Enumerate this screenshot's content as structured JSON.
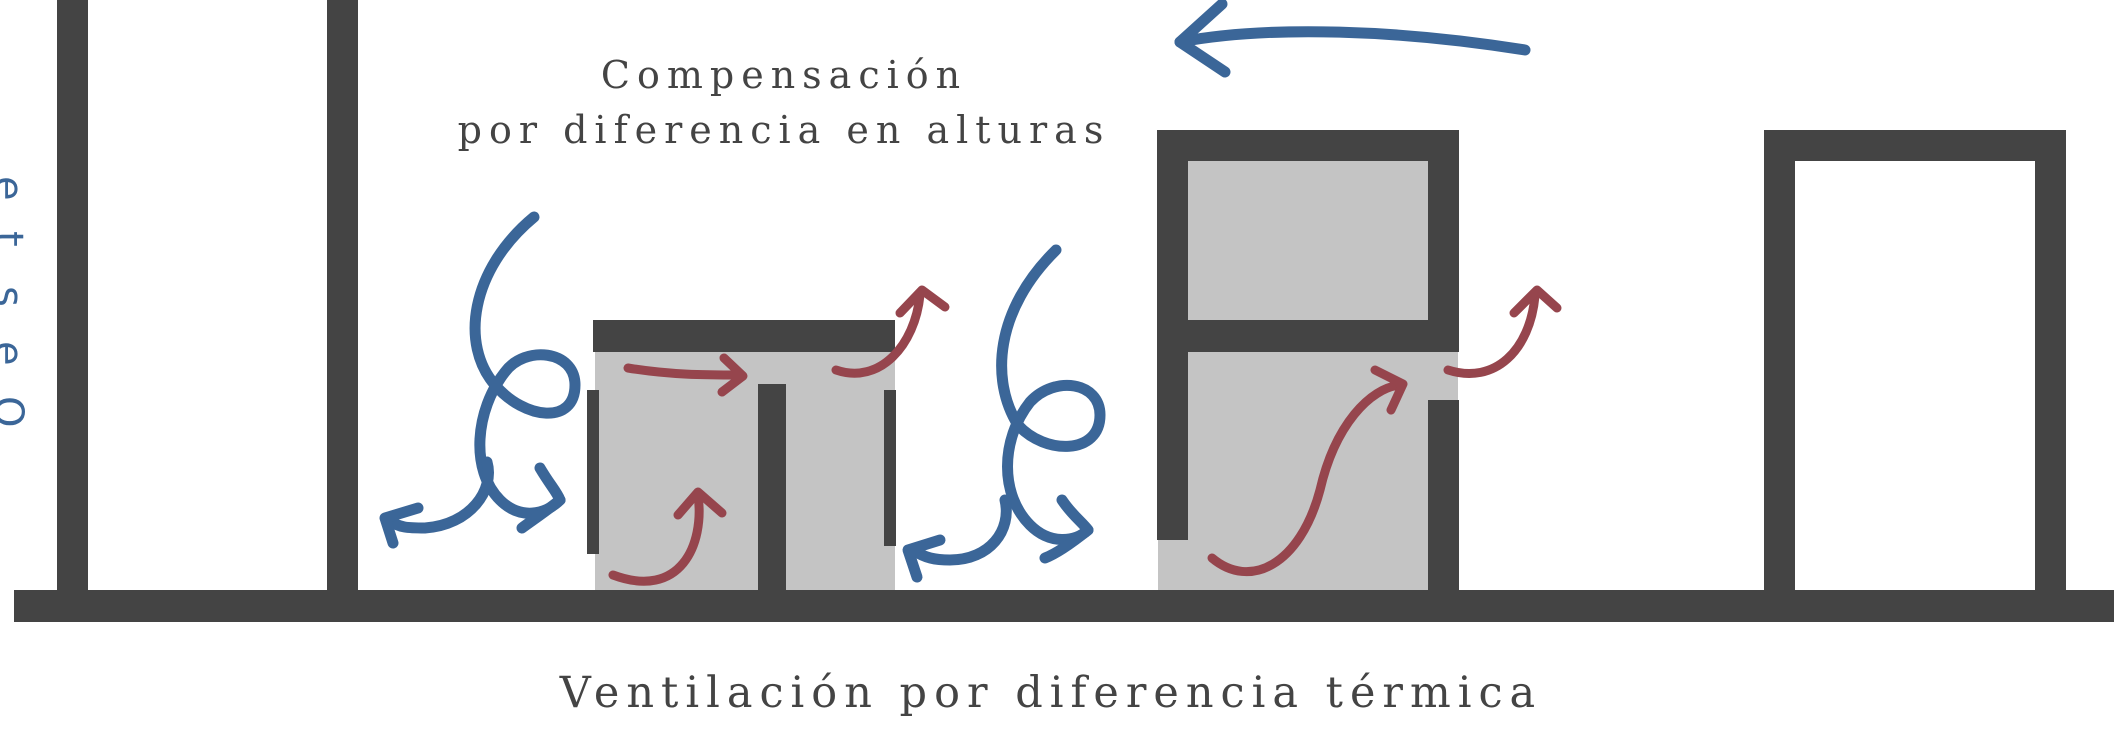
{
  "labels": {
    "compensation_line1": "Compensación",
    "compensation_line2": "por diferencia en alturas",
    "thermal": "Ventilación por diferencia térmica",
    "side_letters": [
      "O",
      "e",
      "s",
      "t",
      "e"
    ]
  },
  "colors": {
    "wall": "#444444",
    "room_fill": "#c4c4c4",
    "cool_air": "#3b6698",
    "warm_air": "#96454d",
    "background": "#ffffff"
  },
  "legend_semantics": {
    "cool_air_arrows": "blue",
    "warm_air_arrows": "red"
  }
}
